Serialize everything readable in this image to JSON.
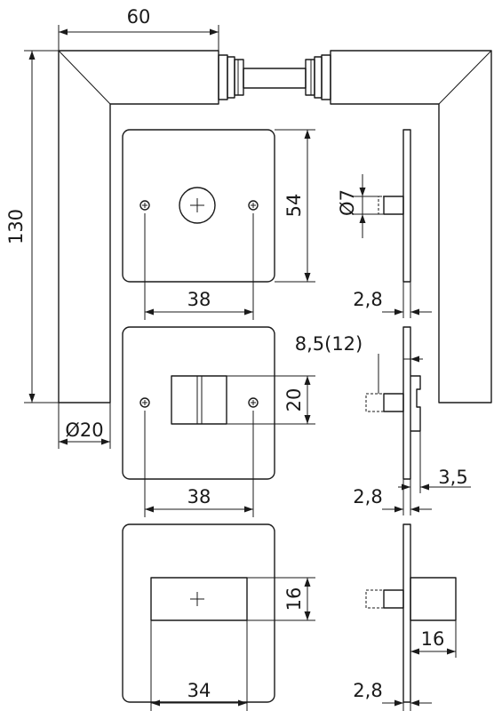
{
  "dimensions": {
    "handle_length": "60",
    "handle_height": "130",
    "handle_diameter": "Ø20",
    "rose_plate_height": "54",
    "rose_spindle_diameter": "Ø7",
    "rose_screw_spacing": "38",
    "rose_plate_thickness": "2,8",
    "thumbturn_plate_height": "20",
    "thumbturn_spindle_length": "8,5(12)",
    "thumbturn_screw_spacing": "38",
    "thumbturn_plate_thickness": "2,8",
    "thumbturn_knob_offset": "3,5",
    "keyhole_plate_height": "16",
    "keyhole_plate_width": "34",
    "keyhole_knob_width": "16",
    "keyhole_plate_thickness": "2,8"
  }
}
